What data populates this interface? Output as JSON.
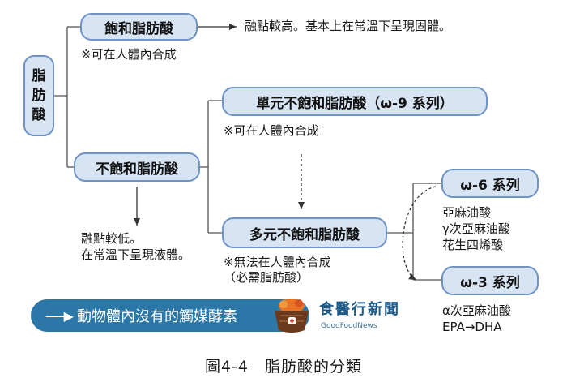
{
  "nodes": {
    "fatty_acid": "脂肪酸",
    "saturated": "飽和脂肪酸",
    "unsaturated": "不飽和脂肪酸",
    "mufa": "單元不飽和脂肪酸（ω-9 系列）",
    "pufa": "多元不飽和脂肪酸",
    "omega6": "ω-6 系列",
    "omega3": "ω-3 系列"
  },
  "notes": {
    "saturated_desc": "融點較高。基本上在常溫下呈現固體。",
    "saturated_synth": "※可在人體內合成",
    "mufa_synth": "※可在人體內合成",
    "unsat_desc_1": "融點較低。",
    "unsat_desc_2": "在常溫下呈現液體。",
    "pufa_synth_1": "※無法在人體內合成",
    "pufa_synth_2": "（必需脂肪酸）",
    "omega6_items": [
      "亞麻油酸",
      "γ次亞麻油酸",
      "花生四烯酸"
    ],
    "omega3_items": [
      "α次亞麻油酸",
      "EPA→DHA"
    ]
  },
  "banner": {
    "arrow": "------▶",
    "text": "動物體內沒有的觸媒酵素"
  },
  "logo": {
    "title": "食醫行新聞",
    "subtitle": "GoodFoodNews"
  },
  "caption": "圖4-4　脂肪酸的分類",
  "colors": {
    "node_fill": "#d6e4f3",
    "node_border": "#6f93c4",
    "banner": "#2b78a8",
    "line": "#555555"
  }
}
